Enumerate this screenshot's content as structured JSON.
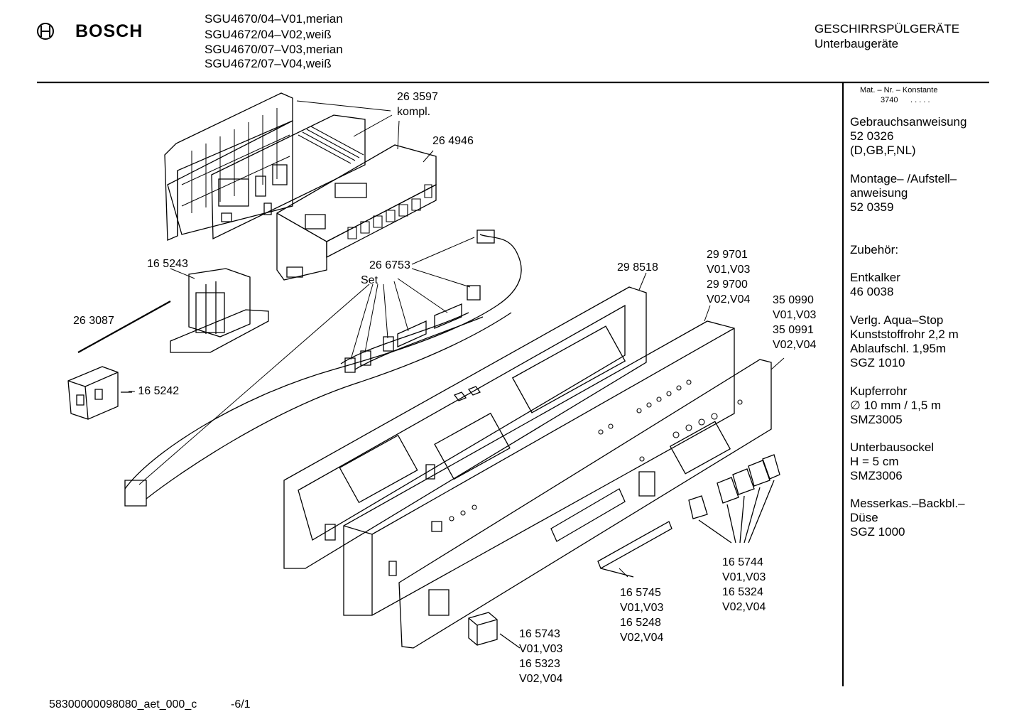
{
  "header": {
    "brand": "BOSCH",
    "models": [
      "SGU4670/04–V01,merian",
      "SGU4672/04–V02,weiß",
      "SGU4670/07–V03,merian",
      "SGU4672/07–V04,weiß"
    ],
    "category": "GESCHIRRSPÜLGERÄTE",
    "subcategory": "Unterbaugeräte"
  },
  "sidebar": {
    "mat_label": "Mat. – Nr. – Konstante",
    "mat_value": "3740",
    "mat_dots": ". . . . .",
    "blocks": [
      [
        "Gebrauchsanweisung",
        "52 0326",
        "(D,GB,F,NL)"
      ],
      [
        "Montage– /Aufstell–",
        "anweisung",
        "52 0359"
      ],
      [
        "Zubehör:"
      ],
      [
        "Entkalker",
        "46 0038"
      ],
      [
        "Verlg. Aqua–Stop",
        "Kunststoffrohr 2,2 m",
        "Ablaufschl. 1,95m",
        "SGZ 1010"
      ],
      [
        "Kupferrohr",
        "∅ 10 mm / 1,5 m",
        "SMZ3005"
      ],
      [
        "Unterbausockel",
        "H = 5 cm",
        "SMZ3006"
      ],
      [
        "Messerkas.–Backbl.–",
        "Düse",
        "SGZ 1000"
      ]
    ]
  },
  "parts": {
    "p263597": [
      "26 3597",
      "kompl."
    ],
    "p264946": [
      "26 4946"
    ],
    "p165243": [
      "16 5243"
    ],
    "p263087": [
      "26 3087"
    ],
    "p165242": [
      "– 16 5242"
    ],
    "p266753": [
      "26 6753",
      "Set"
    ],
    "p298518": [
      "29 8518"
    ],
    "p299701": [
      "29 9701",
      "V01,V03",
      "29 9700",
      "V02,V04"
    ],
    "p350990": [
      "35 0990",
      "V01,V03",
      "35 0991",
      "V02,V04"
    ],
    "p165744": [
      "16 5744",
      "V01,V03",
      "16 5324",
      "V02,V04"
    ],
    "p165745": [
      "16 5745",
      "V01,V03",
      "16 5248",
      "V02,V04"
    ],
    "p165743": [
      "16 5743",
      "V01,V03",
      "16 5323",
      "V02,V04"
    ]
  },
  "footer": {
    "doc_id": "58300000098080_aet_000_c",
    "page": "-6/1"
  }
}
